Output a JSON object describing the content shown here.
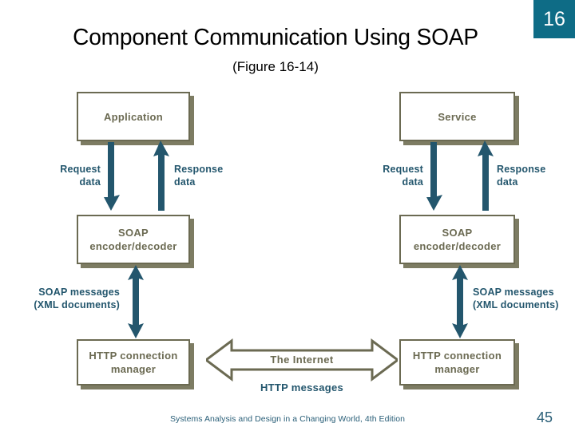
{
  "slide": {
    "title": "Component Communication Using SOAP",
    "subtitle": "(Figure 16-14)",
    "chapter_badge": "16",
    "footer_text": "Systems Analysis and Design in a Changing World, 4th Edition",
    "page_number": "45",
    "colors": {
      "badge_teal": "#0e6c86",
      "box_border_olive": "#6b6a52",
      "box_shadow_olive": "#7d7c63",
      "arrow_teal": "#23566d",
      "background": "#ffffff",
      "title_black": "#000000"
    }
  },
  "diagram": {
    "left_column": {
      "boxes": [
        {
          "id": "application",
          "label_line1": "Application",
          "label_line2": ""
        },
        {
          "id": "soap-encoder-decoder",
          "label_line1": "SOAP",
          "label_line2": "encoder/decoder"
        },
        {
          "id": "http-connection-manager",
          "label_line1": "HTTP connection",
          "label_line2": "manager"
        }
      ],
      "arrows": [
        {
          "id": "request-data",
          "label_line1": "Request",
          "label_line2": "data",
          "direction": "down"
        },
        {
          "id": "response-data",
          "label_line1": "Response",
          "label_line2": "data",
          "direction": "up"
        },
        {
          "id": "soap-messages",
          "label_line1": "SOAP messages",
          "label_line2": "(XML documents)",
          "direction": "both"
        }
      ]
    },
    "right_column": {
      "boxes": [
        {
          "id": "service",
          "label_line1": "Service",
          "label_line2": ""
        },
        {
          "id": "soap-encoder-decoder",
          "label_line1": "SOAP",
          "label_line2": "encoder/decoder"
        },
        {
          "id": "http-connection-manager",
          "label_line1": "HTTP connection",
          "label_line2": "manager"
        }
      ],
      "arrows": [
        {
          "id": "request-data",
          "label_line1": "Request",
          "label_line2": "data",
          "direction": "down"
        },
        {
          "id": "response-data",
          "label_line1": "Response",
          "label_line2": "data",
          "direction": "up"
        },
        {
          "id": "soap-messages",
          "label_line1": "SOAP messages",
          "label_line2": "(XML documents)",
          "direction": "both"
        }
      ]
    },
    "center": {
      "internet_label": "The Internet",
      "http_messages_label": "HTTP messages",
      "internet_arrow_direction": "both"
    }
  }
}
